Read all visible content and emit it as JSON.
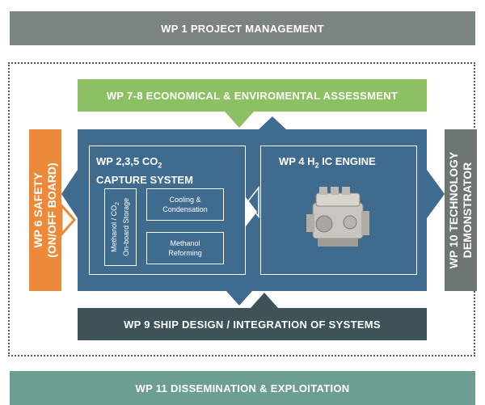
{
  "wp1": {
    "label": "WP 1 PROJECT MANAGEMENT"
  },
  "wp78": {
    "label": "WP 7-8 ECONOMICAL & ENVIROMENTAL ASSESSMENT"
  },
  "wp6": {
    "line1": "WP 6 SAFETY",
    "line2": "(ON/OFF BOARD)"
  },
  "wp10": {
    "line1": "WP 10 TECHNOLOGY",
    "line2": "DEMONSTRATOR"
  },
  "capture": {
    "title_prefix": "WP 2,3,5 CO",
    "title_sub": "2",
    "title_line2": "CAPTURE SYSTEM",
    "storage_line1": "Methanol / CO",
    "storage_sub": "2",
    "storage_line2": "On-board Storage",
    "cooling": "Cooling & Condensation",
    "reforming": "Methanol Reforming"
  },
  "engine": {
    "title_prefix": "WP 4 H",
    "title_sub": "2",
    "title_suffix": " IC ENGINE",
    "image_icon": "engine-image"
  },
  "wp9": {
    "label": "WP 9 SHIP DESIGN / INTEGRATION OF SYSTEMS"
  },
  "wp11": {
    "label": "WP 11 DISSEMINATION & EXPLOITATION"
  },
  "colors": {
    "blue": "#3f6b8f",
    "green": "#8cc062",
    "orange": "#ec8a3a",
    "grey": "#6d7671",
    "dark": "#3e5357",
    "teal": "#6c9e94"
  }
}
